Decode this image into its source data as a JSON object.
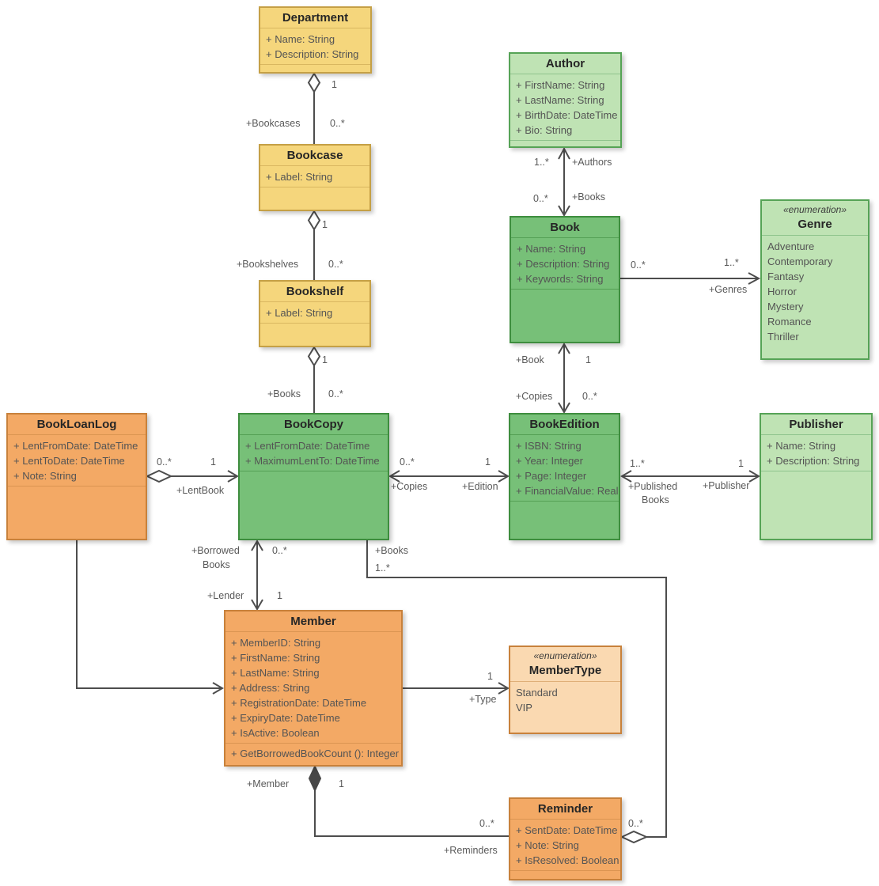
{
  "diagram": {
    "type": "uml-class-diagram",
    "colors": {
      "yellow_fill": "#F5D67C",
      "yellow_border": "#C5A046",
      "green_fill": "#77C078",
      "green_border": "#3E8D3E",
      "light_green_fill": "#BFE3B4",
      "light_green_border": "#56A356",
      "orange_fill": "#F3A965",
      "orange_border": "#C8813B",
      "light_orange_fill": "#FAD9B1",
      "line_color": "#4D4D4D",
      "label_color": "#595959"
    }
  },
  "classes": {
    "department": {
      "name": "Department",
      "attributes": [
        "+ Name: String",
        "+ Description: String"
      ]
    },
    "bookcase": {
      "name": "Bookcase",
      "attributes": [
        "+ Label: String"
      ]
    },
    "bookshelf": {
      "name": "Bookshelf",
      "attributes": [
        "+ Label: String"
      ]
    },
    "bookLoanLog": {
      "name": "BookLoanLog",
      "attributes": [
        "+ LentFromDate: DateTime",
        "+ LentToDate: DateTime",
        "+ Note: String"
      ]
    },
    "bookCopy": {
      "name": "BookCopy",
      "attributes": [
        "+ LentFromDate: DateTime",
        "+ MaximumLentTo: DateTime"
      ]
    },
    "author": {
      "name": "Author",
      "attributes": [
        "+ FirstName: String",
        "+ LastName: String",
        "+ BirthDate: DateTime",
        "+ Bio: String"
      ]
    },
    "book": {
      "name": "Book",
      "attributes": [
        "+ Name: String",
        "+ Description: String",
        "+ Keywords: String"
      ]
    },
    "genre": {
      "stereotype": "«enumeration»",
      "name": "Genre",
      "literals": [
        "Adventure",
        "Contemporary",
        "Fantasy",
        "Horror",
        "Mystery",
        "Romance",
        "Thriller"
      ]
    },
    "bookEdition": {
      "name": "BookEdition",
      "attributes": [
        "+ ISBN: String",
        "+ Year: Integer",
        "+ Page: Integer",
        "+ FinancialValue: Real"
      ]
    },
    "publisher": {
      "name": "Publisher",
      "attributes": [
        "+ Name: String",
        "+ Description: String"
      ]
    },
    "member": {
      "name": "Member",
      "attributes": [
        "+ MemberID: String",
        "+ FirstName: String",
        "+ LastName: String",
        "+ Address: String",
        "+ RegistrationDate: DateTime",
        "+ ExpiryDate: DateTime",
        "+ IsActive: Boolean"
      ],
      "operations": [
        "+ GetBorrowedBookCount (): Integer"
      ]
    },
    "memberType": {
      "stereotype": "«enumeration»",
      "name": "MemberType",
      "literals": [
        "Standard",
        "VIP"
      ]
    },
    "reminder": {
      "name": "Reminder",
      "attributes": [
        "+ SentDate: DateTime",
        "+ Note: String",
        "+ IsResolved: Boolean"
      ]
    }
  },
  "edges": {
    "department_bookcase": {
      "whole_mult": "1",
      "part_role": "+Bookcases",
      "part_mult": "0..*"
    },
    "bookcase_bookshelf": {
      "whole_mult": "1",
      "part_role": "+Bookshelves",
      "part_mult": "0..*"
    },
    "bookshelf_bookcopy": {
      "whole_mult": "1",
      "part_role": "+Books",
      "part_mult": "0..*"
    },
    "author_book": {
      "author_mult": "1..*",
      "author_role": "+Authors",
      "book_mult": "0..*",
      "book_role": "+Books"
    },
    "book_genre": {
      "book_mult": "0..*",
      "genre_mult": "1..*",
      "genre_role": "+Genres"
    },
    "book_bookedition": {
      "book_role": "+Book",
      "book_mult": "1",
      "edition_role": "+Copies",
      "edition_mult": "0..*"
    },
    "bookedition_publisher": {
      "edition_mult": "1..*",
      "edition_role_line1": "+Published",
      "edition_role_line2": "Books",
      "publisher_mult": "1",
      "publisher_role": "+Publisher"
    },
    "bookcopy_bookedition": {
      "copy_mult": "0..*",
      "copy_role": "+Copies",
      "edition_mult": "1",
      "edition_role": "+Edition"
    },
    "bookloanlog_bookcopy": {
      "log_mult": "0..*",
      "copy_mult": "1",
      "copy_role": "+LentBook"
    },
    "bookcopy_member": {
      "copy_role_line1": "+Borrowed",
      "copy_role_line2": "Books",
      "copy_mult": "0..*",
      "member_role": "+Lender",
      "member_mult": "1"
    },
    "member_membertype": {
      "type_mult": "1",
      "type_role": "+Type"
    },
    "member_reminder": {
      "member_role": "+Member",
      "member_mult": "1",
      "reminder_mult": "0..*",
      "reminder_role": "+Reminders"
    },
    "bookcopy_reminder": {
      "copy_role": "+Books",
      "copy_mult": "1..*",
      "reminder_mult": "0..*"
    }
  }
}
